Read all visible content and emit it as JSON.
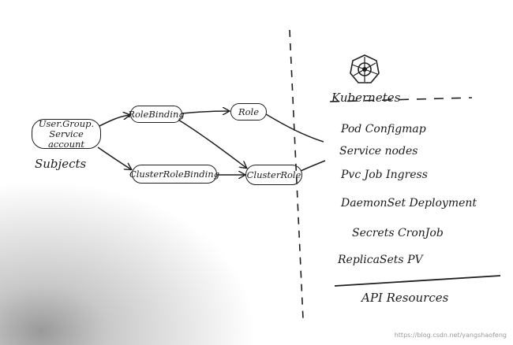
{
  "subjects": {
    "line1": "User.Group.",
    "line2": "Service account",
    "label": "Subjects"
  },
  "bindings": {
    "rolebinding": "RoleBinding",
    "clusterrolebinding": "ClusterRoleBinding"
  },
  "roles": {
    "role": "Role",
    "clusterrole": "ClusterRole"
  },
  "kubernetes": {
    "title": "Kubernetes",
    "resources": [
      "Pod Configmap",
      "Service nodes",
      "Pvc Job Ingress",
      "DaemonSet Deployment",
      "Secrets CronJob",
      "ReplicaSets PV"
    ],
    "footer": "API Resources"
  },
  "watermark": "https://blog.csdn.net/yangshaofeng",
  "colors": {
    "ink": "#1b1b1b",
    "paper": "#ffffff"
  }
}
